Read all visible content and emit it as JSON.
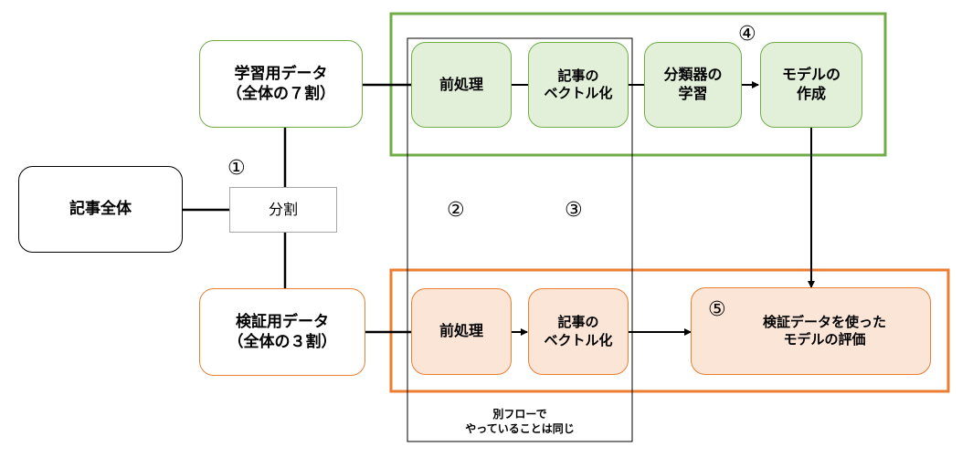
{
  "nodes": {
    "all_articles": "記事全体",
    "split": "分割",
    "train_data": {
      "line1": "学習用データ",
      "line2": "（全体の７割）"
    },
    "test_data": {
      "line1": "検証用データ",
      "line2": "（全体の３割）"
    },
    "train_preprocess": "前処理",
    "train_vectorize": {
      "line1": "記事の",
      "line2": "ベクトル化"
    },
    "classifier_training": {
      "line1": "分類器の",
      "line2": "学習"
    },
    "model_creation": {
      "line1": "モデルの",
      "line2": "作成"
    },
    "test_preprocess": "前処理",
    "test_vectorize": {
      "line1": "記事の",
      "line2": "ベクトル化"
    },
    "evaluation": {
      "line1": "検証データを使った",
      "line2": "モデルの評価"
    }
  },
  "markers": {
    "step1": "①",
    "step2": "②",
    "step3": "③",
    "step4": "④",
    "step5": "⑤"
  },
  "note": {
    "line1": "別フローで",
    "line2": "やっていることは同じ"
  },
  "colors": {
    "train_fill": "#e2efd9",
    "train_border": "#70ad47",
    "test_fill": "#fbe5d6",
    "test_border": "#ed7d31"
  }
}
